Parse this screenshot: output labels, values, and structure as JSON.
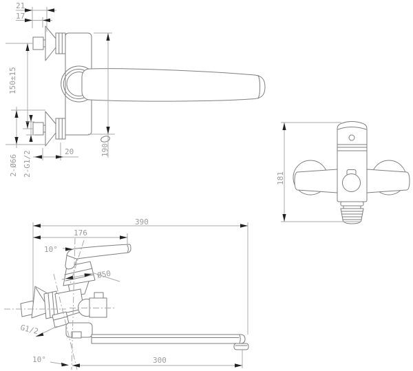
{
  "drawing": {
    "front_view": {
      "dim_a": "21",
      "dim_b": "17",
      "dim_inlet_spacing": "150±15",
      "dim_escutcheon_dia": "2-Ø66",
      "dim_inlet_thread": "2-G1/2",
      "dim_offset": "20",
      "dim_height": "190"
    },
    "side_view": {
      "dim_height": "181"
    },
    "plan_view": {
      "dim_total_length": "390",
      "dim_handle_reach": "176",
      "dim_handle_angle": "10°",
      "dim_body_dia": "Ø50",
      "dim_outlet_thread": "G1/2",
      "dim_spout_length": "300",
      "dim_spout_angle": "10°"
    }
  }
}
